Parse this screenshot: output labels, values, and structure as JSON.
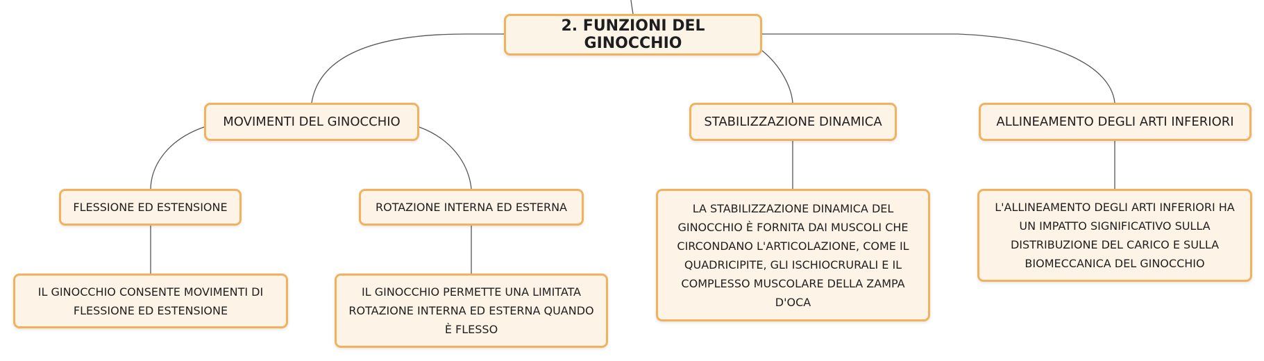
{
  "colors": {
    "node_fill": "#fdf3e6",
    "node_border": "#f2b15c",
    "connector": "#555555",
    "text": "#1e1e1e"
  },
  "root": {
    "label": "2. FUNZIONI DEL GINOCCHIO"
  },
  "branches": {
    "movimenti": {
      "label": "MOVIMENTI DEL GINOCCHIO",
      "children": {
        "flessione": {
          "label": "FLESSIONE ED ESTENSIONE",
          "description": "IL GINOCCHIO CONSENTE MOVIMENTI DI FLESSIONE ED ESTENSIONE"
        },
        "rotazione": {
          "label": "ROTAZIONE INTERNA ED ESTERNA",
          "description": "IL GINOCCHIO PERMETTE UNA LIMITATA ROTAZIONE INTERNA ED ESTERNA QUANDO È FLESSO"
        }
      }
    },
    "stabilizzazione": {
      "label": "STABILIZZAZIONE DINAMICA",
      "description": "LA STABILIZZAZIONE DINAMICA DEL GINOCCHIO È FORNITA DAI MUSCOLI CHE CIRCONDANO L'ARTICOLAZIONE, COME IL QUADRICIPITE, GLI ISCHIOCRURALI E IL COMPLESSO MUSCOLARE DELLA ZAMPA D'OCA"
    },
    "allineamento": {
      "label": "ALLINEAMENTO DEGLI ARTI INFERIORI",
      "description": "L'ALLINEAMENTO DEGLI ARTI INFERIORI HA UN IMPATTO SIGNIFICATIVO SULLA DISTRIBUZIONE DEL CARICO E SULLA BIOMECCANICA DEL GINOCCHIO"
    }
  }
}
